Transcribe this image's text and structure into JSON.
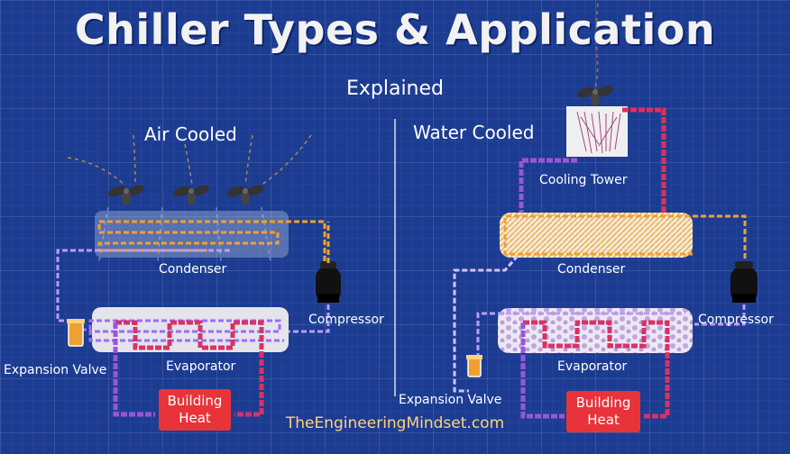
{
  "title": "Chiller Types & Application",
  "subtitle": "Explained",
  "air_cooled": {
    "heading": "Air Cooled",
    "condenser": "Condenser",
    "compressor": "Compressor",
    "evaporator": "Evaporator",
    "expansion_valve": "Expansion Valve",
    "building_heat": [
      "Building",
      "Heat"
    ]
  },
  "water_cooled": {
    "heading": "Water Cooled",
    "cooling_tower": "Cooling Tower",
    "condenser": "Condenser",
    "compressor": "Compressor",
    "evaporator": "Evaporator",
    "expansion_valve": "Expansion Valve",
    "building_heat": [
      "Building",
      "Heat"
    ]
  },
  "footer": "TheEngineeringMindset.com",
  "colors": {
    "background": "#1c3c92",
    "hot_refrigerant": "#f0a030",
    "cold_refrigerant": "#9b6cff",
    "hot_water": "#e0305a",
    "chilled_water": "#8a4fd0",
    "building_heat_box": "#e8333a"
  },
  "icons": [
    "fan-icon",
    "compressor-icon",
    "expansion-valve-icon",
    "cooling-tower-icon"
  ]
}
